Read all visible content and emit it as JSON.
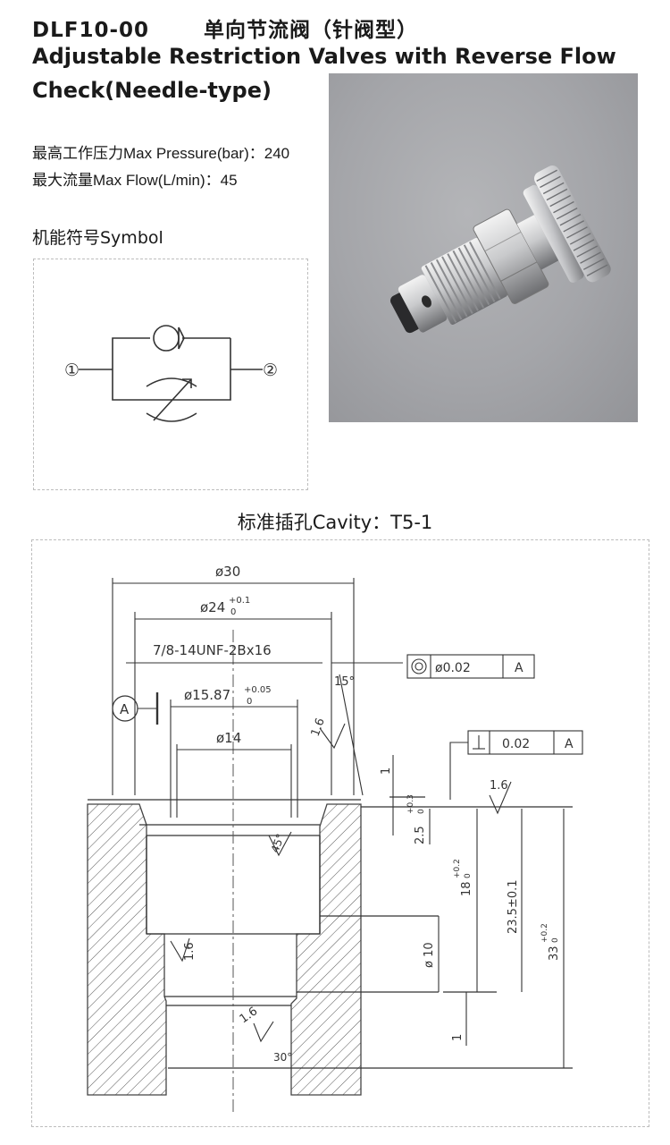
{
  "header": {
    "model": "DLF10-00",
    "title_cn": "单向节流阀（针阀型）",
    "title_en": "Adjustable Restriction Valves with Reverse Flow Check(Needle-type)"
  },
  "specs": {
    "pressure": "最高工作压力Max Pressure(bar)：240",
    "flow": "最大流量Max Flow(L/min)：45"
  },
  "symbol": {
    "label": "机能符号Symbol",
    "port1": "①",
    "port2": "②"
  },
  "cavity": {
    "label": "标准插孔Cavity：T5-1",
    "dims": {
      "d30": "ø30",
      "d24": "ø24",
      "d24_tol_upper": "+0.1",
      "d24_tol_lower": "0",
      "thread": "7/8-14UNF-2Bx16",
      "d1587": "ø15.87",
      "d1587_tol_upper": "+0.05",
      "d1587_tol_lower": "0",
      "d14": "ø14",
      "d10": "ø 10",
      "datum": "A",
      "concentricity": "ø0.02",
      "perpendicularity": "0.02",
      "angle15": "15°",
      "angle45": "45°",
      "angle30": "30°",
      "finish": "1.6",
      "dim1": "1",
      "dim25": "2.5",
      "dim25_tol_upper": "+0.3",
      "dim25_tol_lower": "0",
      "dim18": "18",
      "dim18_tol_upper": "+0.2",
      "dim18_tol_lower": "0",
      "dim235": "23.5±0.1",
      "dim33": "33",
      "dim33_tol_upper": "+0.2",
      "dim33_tol_lower": "0"
    }
  },
  "colors": {
    "text": "#1a1a1a",
    "drawing": "#333333",
    "photo_bg": "#a4a5a9"
  }
}
